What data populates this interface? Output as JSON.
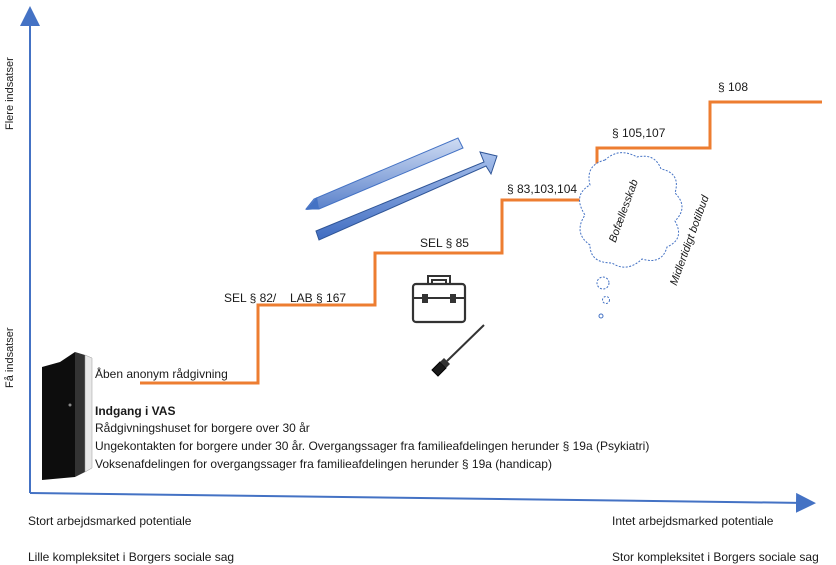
{
  "axes": {
    "y_top_label": "Flere indsatser",
    "y_bottom_label": "Få indsatser",
    "x_left_label_1": "Stort arbejdsmarked potentiale",
    "x_left_label_2": "Lille kompleksitet i Borgers sociale sag",
    "x_right_label_1": "Intet arbejdsmarked potentiale",
    "x_right_label_2": "Stor kompleksitet i Borgers sociale sag"
  },
  "steps": {
    "step1": "Åben anonym rådgivning",
    "step2a": "SEL § 82/",
    "step2b": "LAB § 167",
    "step3": "SEL § 85",
    "step4": "§ 83,103,104",
    "step5": "§ 105,107",
    "step6": "§ 108"
  },
  "cloud": {
    "text1": "Bofællesskab",
    "text2": "Midlertidigt botilbud"
  },
  "entry": {
    "title": "Indgang i VAS",
    "line1": "Rådgivningshuset for borgere over 30 år",
    "line2": "Ungekontakten for borgere under 30 år. Overgangssager fra familieafdelingen herunder § 19a (Psykiatri)",
    "line3": "Voksenafdelingen for overgangssager fra familieafdelingen herunder § 19a (handicap)"
  },
  "colors": {
    "axis": "#4472c4",
    "stairs": "#ed7d31",
    "arrow_fill": "#4472c4",
    "arrow_light": "#8faadc"
  },
  "icons": [
    "door-icon",
    "toolbox-icon",
    "screwdriver-icon",
    "thought-cloud-icon"
  ]
}
